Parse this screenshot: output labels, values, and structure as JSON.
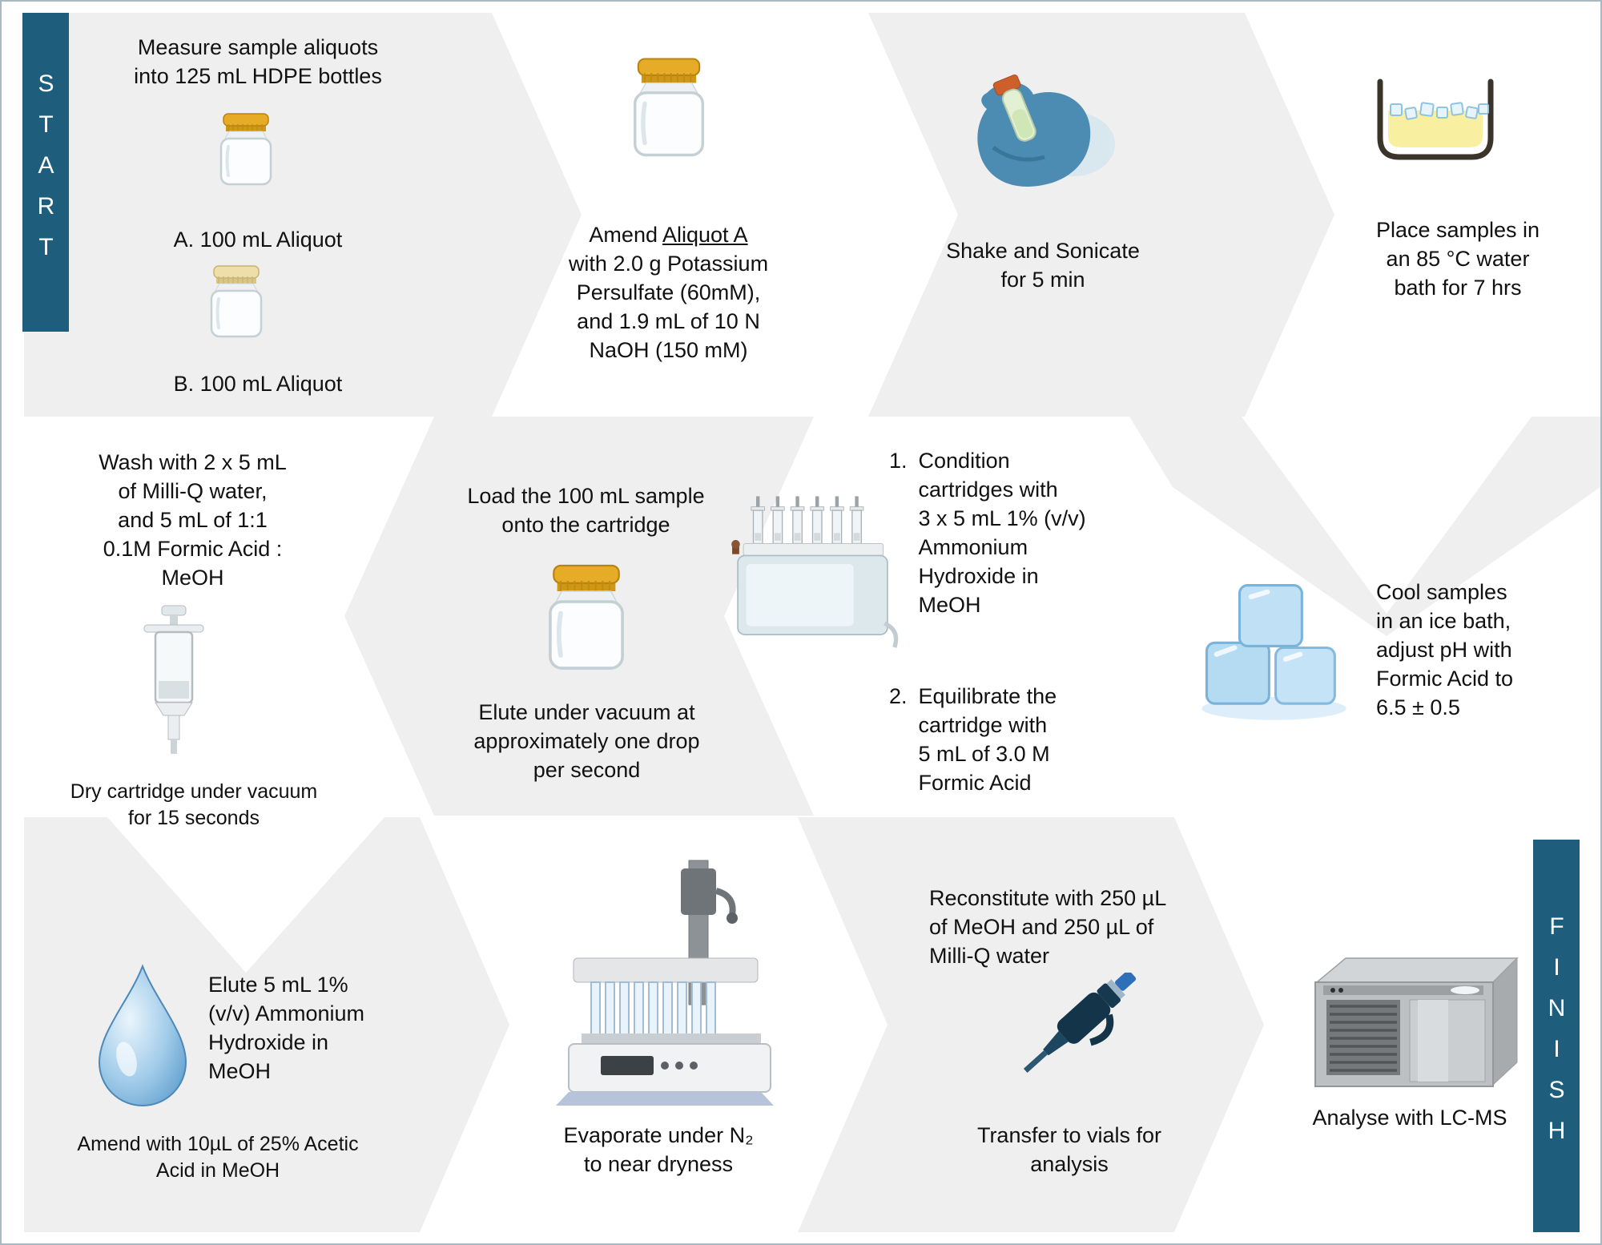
{
  "labels": {
    "start": "START",
    "finish": "FINISH"
  },
  "colors": {
    "accent_teal": "#1e5e7c",
    "step_gray": "#efefef",
    "text": "#111111",
    "lid_amber": "#e6ac28",
    "lid_pale": "#eedfa8",
    "ice_blue": "#b5dbf3"
  },
  "row1": {
    "measure": {
      "title": "Measure sample aliquots\ninto 125 mL HDPE bottles",
      "aliquot_a_label": "A. 100 mL Aliquot",
      "aliquot_b_label": "B. 100 mL Aliquot",
      "icon_a": "sample-jar-amber-lid",
      "icon_b": "sample-jar-pale-lid"
    },
    "amend": {
      "prefix": "Amend ",
      "underlined": "Aliquot A",
      "suffix": "\nwith 2.0 g Potassium\nPersulfate (60mM),\nand 1.9 mL of 10 N\nNaOH (150 mM)",
      "icon": "sample-jar-amber-lid"
    },
    "shake": {
      "text": "Shake and Sonicate\nfor 5 min",
      "icon": "gloved-hand-vial"
    },
    "water_bath": {
      "text": "Place samples in\nan 85 °C water\nbath for 7 hrs",
      "icon": "water-bath"
    }
  },
  "row2": {
    "wash": {
      "text": "Wash with 2 x 5 mL\nof Milli-Q water,\nand 5 mL of 1:1\n0.1M Formic Acid :\nMeOH",
      "dry_note": "Dry cartridge under vacuum\nfor 15 seconds",
      "icon": "spe-cartridge"
    },
    "load": {
      "text": "Load the 100 mL sample\nonto the cartridge",
      "elute_note": "Elute under vacuum at\napproximately one drop\nper second",
      "icon": "sample-jar-amber-lid"
    },
    "condition": {
      "icon": "spe-manifold",
      "items": [
        {
          "num": "1.",
          "text": "Condition\ncartridges with\n3 x 5 mL 1% (v/v)\nAmmonium\nHydroxide in\nMeOH"
        },
        {
          "num": "2.",
          "text": "Equilibrate the\ncartridge with\n5 mL of 3.0 M\nFormic Acid"
        }
      ]
    },
    "cool": {
      "text": "Cool samples\nin an ice bath,\nadjust pH with\nFormic Acid to\n6.5 ± 0.5",
      "icon": "ice-cubes"
    }
  },
  "row3": {
    "elute": {
      "text": "Elute 5 mL 1%\n(v/v) Ammonium\nHydroxide in\nMeOH",
      "amend_note": "Amend with 10µL of 25% Acetic\nAcid in MeOH",
      "icon": "water-drop"
    },
    "evaporate": {
      "text": "Evaporate under N₂\nto near dryness",
      "icon": "nitrogen-evaporator"
    },
    "reconstitute": {
      "text": "Reconstitute with 250 µL\nof MeOH and 250 µL of\nMilli-Q water",
      "transfer_note": "Transfer to vials for\nanalysis",
      "icon": "pipette"
    },
    "analyse": {
      "text": "Analyse with LC-MS",
      "icon": "lcms-instrument"
    }
  }
}
